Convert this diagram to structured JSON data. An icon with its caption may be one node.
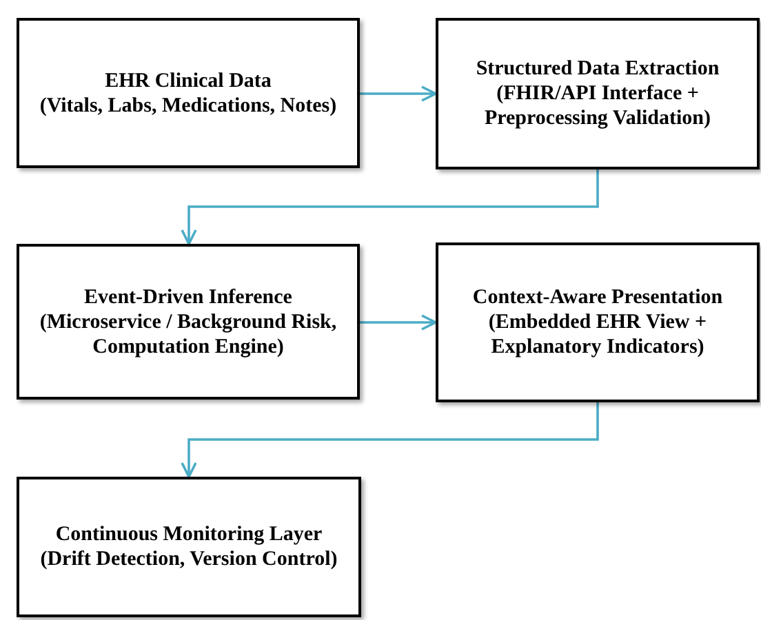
{
  "diagram": {
    "nodes": [
      {
        "text": [
          "EHR Clinical Data",
          "(Vitals, Labs, Medications, Notes)"
        ]
      },
      {
        "text": [
          "Structured Data Extraction",
          "(FHIR/API Interface + Preprocessing Validation)"
        ]
      },
      {
        "text": [
          "Event-Driven Inference",
          "(Microservice / Background Risk, Computation Engine)"
        ]
      },
      {
        "text": [
          "Context-Aware Presentation",
          "(Embedded EHR View + Explanatory Indicators)"
        ]
      },
      {
        "text": [
          "Continuous Monitoring Layer",
          "(Drift Detection, Version Control)"
        ]
      }
    ],
    "edges": [
      {
        "from": 0,
        "to": 1,
        "arrow": "to"
      },
      {
        "from": 1,
        "to": 2,
        "arrow": "to"
      },
      {
        "from": 2,
        "to": 3,
        "arrow": "to"
      },
      {
        "from": 3,
        "to": 4,
        "arrow": "to"
      }
    ]
  }
}
